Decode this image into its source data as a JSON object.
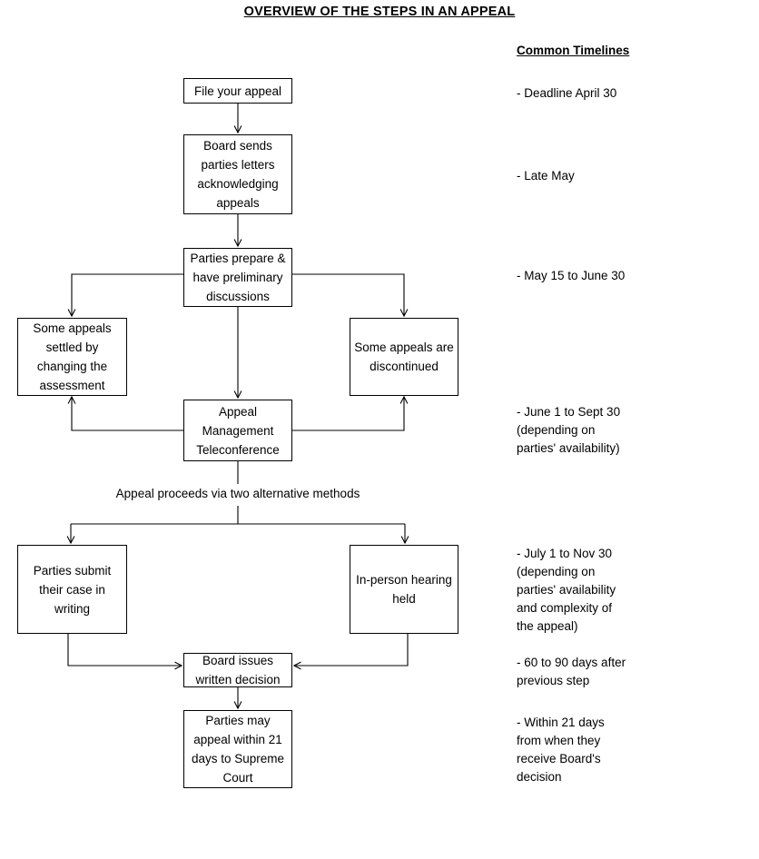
{
  "document": {
    "title": "OVERVIEW OF THE STEPS IN AN APPEAL"
  },
  "timelines": {
    "heading": "Common Timelines",
    "items": [
      {
        "text": "- Deadline April 30"
      },
      {
        "text": "- Late May"
      },
      {
        "text": "- May 15 to June 30"
      },
      {
        "text": "- June 1 to Sept 30\n(depending on\nparties' availability)"
      },
      {
        "text": "- July 1 to Nov 30\n(depending on\nparties' availability\nand complexity of\nthe appeal)"
      },
      {
        "text": "- 60 to 90 days after\nprevious step"
      },
      {
        "text": "- Within 21 days\nfrom when they\nreceive Board's\ndecision"
      }
    ]
  },
  "flowchart": {
    "caption": "Appeal proceeds via two alternative methods",
    "nodes": {
      "file_appeal": "File your appeal",
      "board_sends": "Board sends\nparties letters\nacknowledging\nappeals",
      "parties_prepare": "Parties prepare &\nhave preliminary\ndiscussions",
      "settled_assessment": "Some appeals\nsettled by\nchanging the\nassessment",
      "discontinued": "Some appeals are\ndiscontinued",
      "teleconference": "Appeal\nManagement\nTeleconference",
      "submit_writing": "Parties submit\ntheir case in\nwriting",
      "in_person": "In-person hearing\nheld",
      "board_decision": "Board issues\nwritten decision",
      "supreme_court": "Parties may\nappeal within 21\ndays to Supreme\nCourt"
    }
  }
}
